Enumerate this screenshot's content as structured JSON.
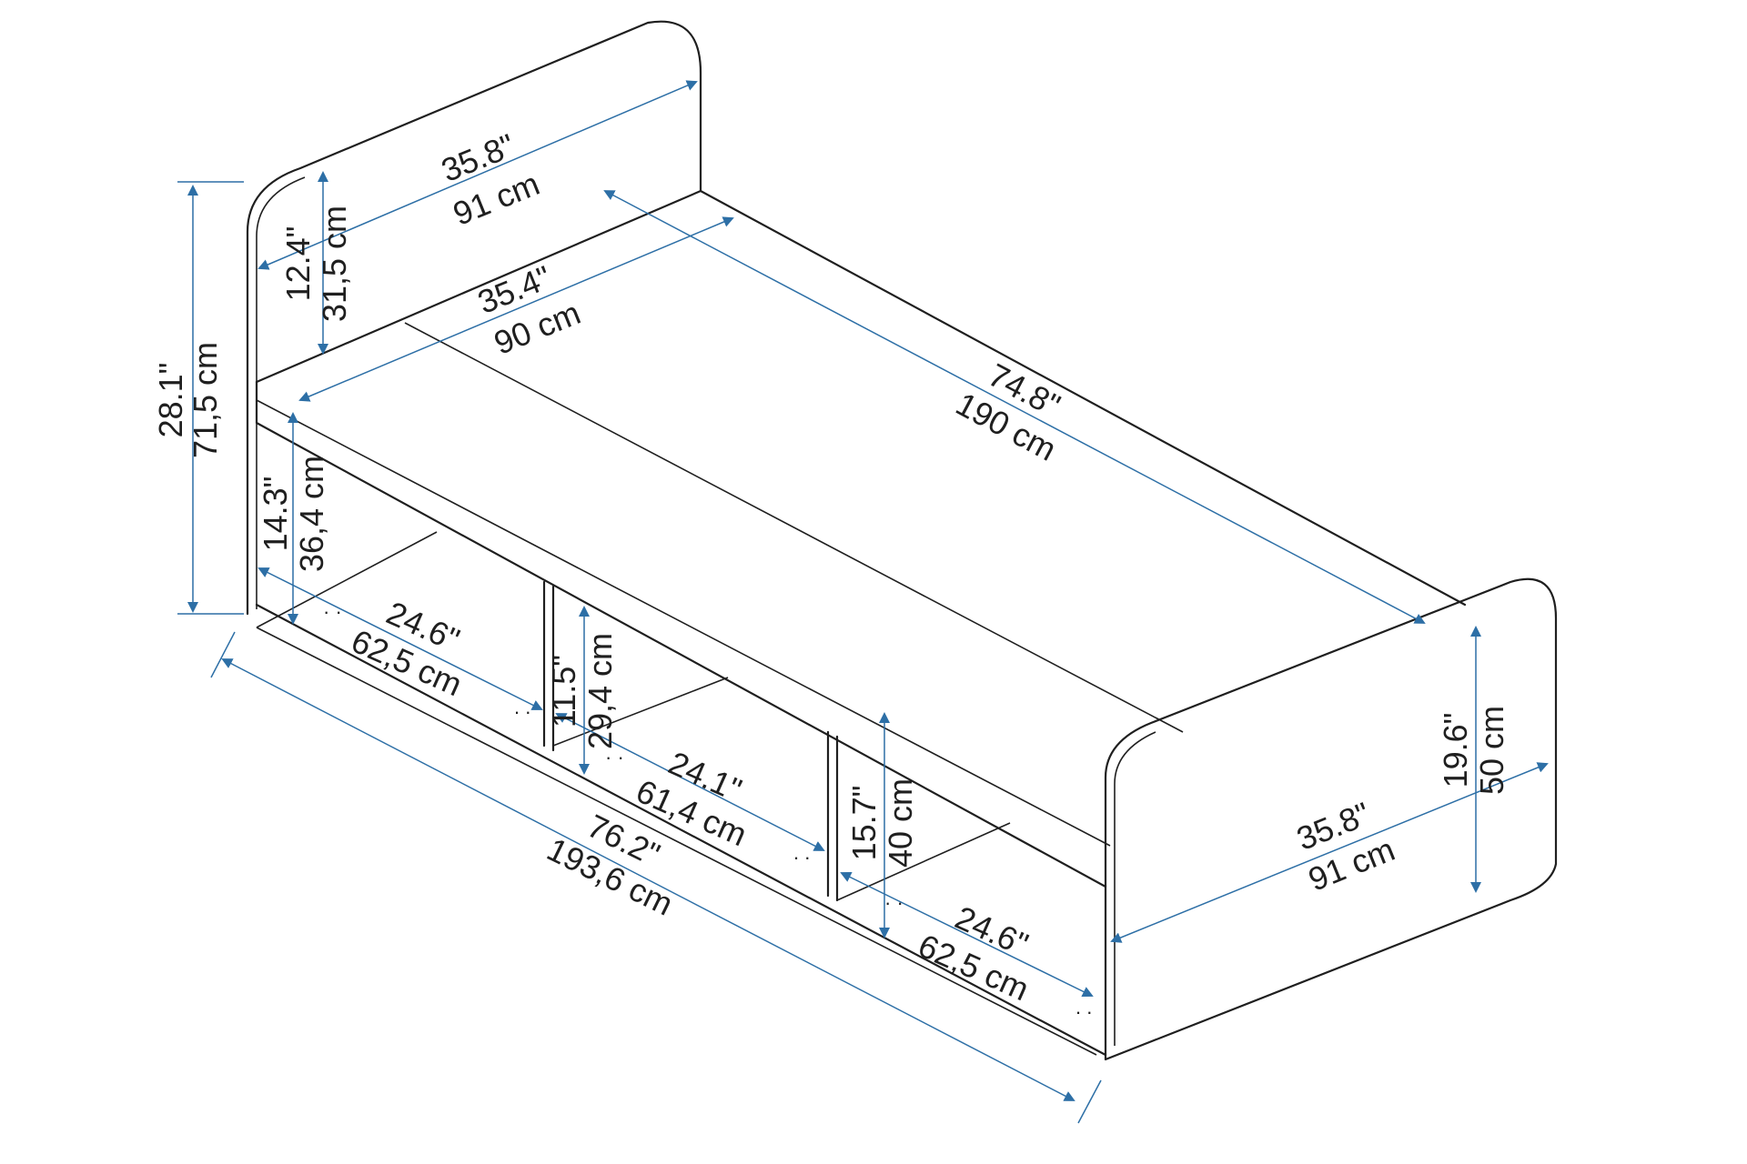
{
  "dimensions": {
    "headboard_width": {
      "in": "35.8\"",
      "cm": "91 cm"
    },
    "headboard_height": {
      "in": "12.4\"",
      "cm": "31,5 cm"
    },
    "mattress_width": {
      "in": "35.4\"",
      "cm": "90 cm"
    },
    "mattress_length": {
      "in": "74.8\"",
      "cm": "190 cm"
    },
    "total_height": {
      "in": "28.1\"",
      "cm": "71,5 cm"
    },
    "frame_height": {
      "in": "14.3\"",
      "cm": "36,4 cm"
    },
    "shelf1_width": {
      "in": "24.6\"",
      "cm": "62,5 cm"
    },
    "shelf_height": {
      "in": "11.5\"",
      "cm": "29,4 cm"
    },
    "shelf2_width": {
      "in": "24.1\"",
      "cm": "61,4 cm"
    },
    "footboard_inner": {
      "in": "15.7\"",
      "cm": "40 cm"
    },
    "shelf3_width": {
      "in": "24.6\"",
      "cm": "62,5 cm"
    },
    "total_length": {
      "in": "76.2\"",
      "cm": "193,6 cm"
    },
    "footboard_height": {
      "in": "19.6\"",
      "cm": "50 cm"
    },
    "footboard_width": {
      "in": "35.8\"",
      "cm": "91 cm"
    }
  },
  "colors": {
    "line": "#1f1f1f",
    "dimension": "#2d6fa6",
    "background": "#ffffff"
  }
}
